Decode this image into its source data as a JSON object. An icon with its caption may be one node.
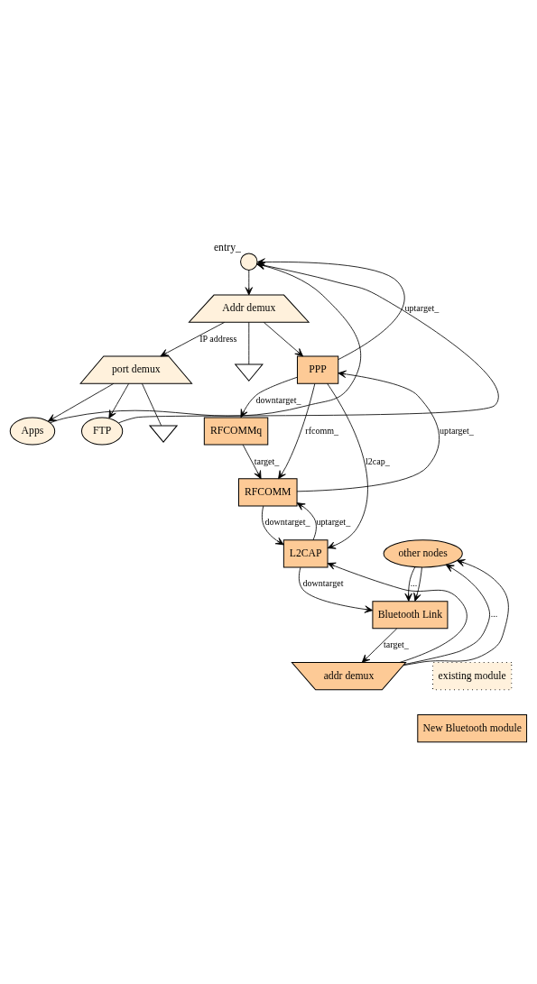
{
  "diagram": {
    "nodes": [
      {
        "text": [],
        "shape": "circle",
        "beside": [
          "entry_"
        ]
      },
      {
        "text": [
          "Addr demux"
        ]
      },
      {
        "text": [
          "port demux"
        ]
      },
      {
        "text": [
          "Apps"
        ]
      },
      {
        "text": [
          "FTP"
        ]
      },
      {
        "text": [],
        "shape": "triangle"
      },
      {
        "text": [],
        "shape": "triangle"
      },
      {
        "text": [
          "PPP"
        ]
      },
      {
        "text": [
          "RFCOMMq"
        ]
      },
      {
        "text": [
          "RFCOMM"
        ]
      },
      {
        "text": [
          "L2CAP"
        ]
      },
      {
        "text": [
          "other nodes"
        ]
      },
      {
        "text": [
          "Bluetooth Link"
        ]
      },
      {
        "text": [
          "addr demux"
        ]
      }
    ],
    "edges": [
      {
        "from": 0,
        "to": 1,
        "arrow": "to"
      },
      {
        "from": 1,
        "to": 2,
        "arrow": "to",
        "label": "IP address"
      },
      {
        "from": 1,
        "to": 5,
        "arrow": "none"
      },
      {
        "from": 1,
        "to": 7,
        "arrow": "to"
      },
      {
        "from": 2,
        "to": 3,
        "arrow": "to"
      },
      {
        "from": 2,
        "to": 4,
        "arrow": "to"
      },
      {
        "from": 2,
        "to": 6,
        "arrow": "none"
      },
      {
        "from": 3,
        "to": 0,
        "arrow": "to"
      },
      {
        "from": 4,
        "to": 0,
        "arrow": "to"
      },
      {
        "from": 7,
        "to": 0,
        "arrow": "to",
        "label": "uptarget_"
      },
      {
        "from": 7,
        "to": 8,
        "arrow": "to",
        "label": "downtarget_"
      },
      {
        "from": 8,
        "to": 9,
        "arrow": "to",
        "label": "target_"
      },
      {
        "from": 7,
        "to": 9,
        "arrow": "to",
        "label": "rfcomm_"
      },
      {
        "from": 7,
        "to": 10,
        "arrow": "to",
        "label": "l2cap_"
      },
      {
        "from": 9,
        "to": 7,
        "arrow": "to",
        "label": "uptarget_"
      },
      {
        "from": 9,
        "to": 10,
        "arrow": "to",
        "label": "downtarget_"
      },
      {
        "from": 10,
        "to": 9,
        "arrow": "to",
        "label": "uptarget_"
      },
      {
        "from": 10,
        "to": 12,
        "arrow": "to",
        "label": "downtarget"
      },
      {
        "from": 12,
        "to": 13,
        "arrow": "to",
        "label": "target_"
      },
      {
        "from": 13,
        "to": 10,
        "arrow": "to"
      },
      {
        "from": 13,
        "to": 11,
        "arrow": "to",
        "label": "..."
      },
      {
        "from": 13,
        "to": 11,
        "arrow": "to"
      },
      {
        "from": 11,
        "to": 12,
        "arrow": "to",
        "label": "..."
      },
      {
        "from": 11,
        "to": 12,
        "arrow": "to"
      }
    ],
    "legend": [
      {
        "text": "existing module"
      },
      {
        "text": "New Bluetooth module",
        "color": "#fdca96"
      }
    ]
  }
}
